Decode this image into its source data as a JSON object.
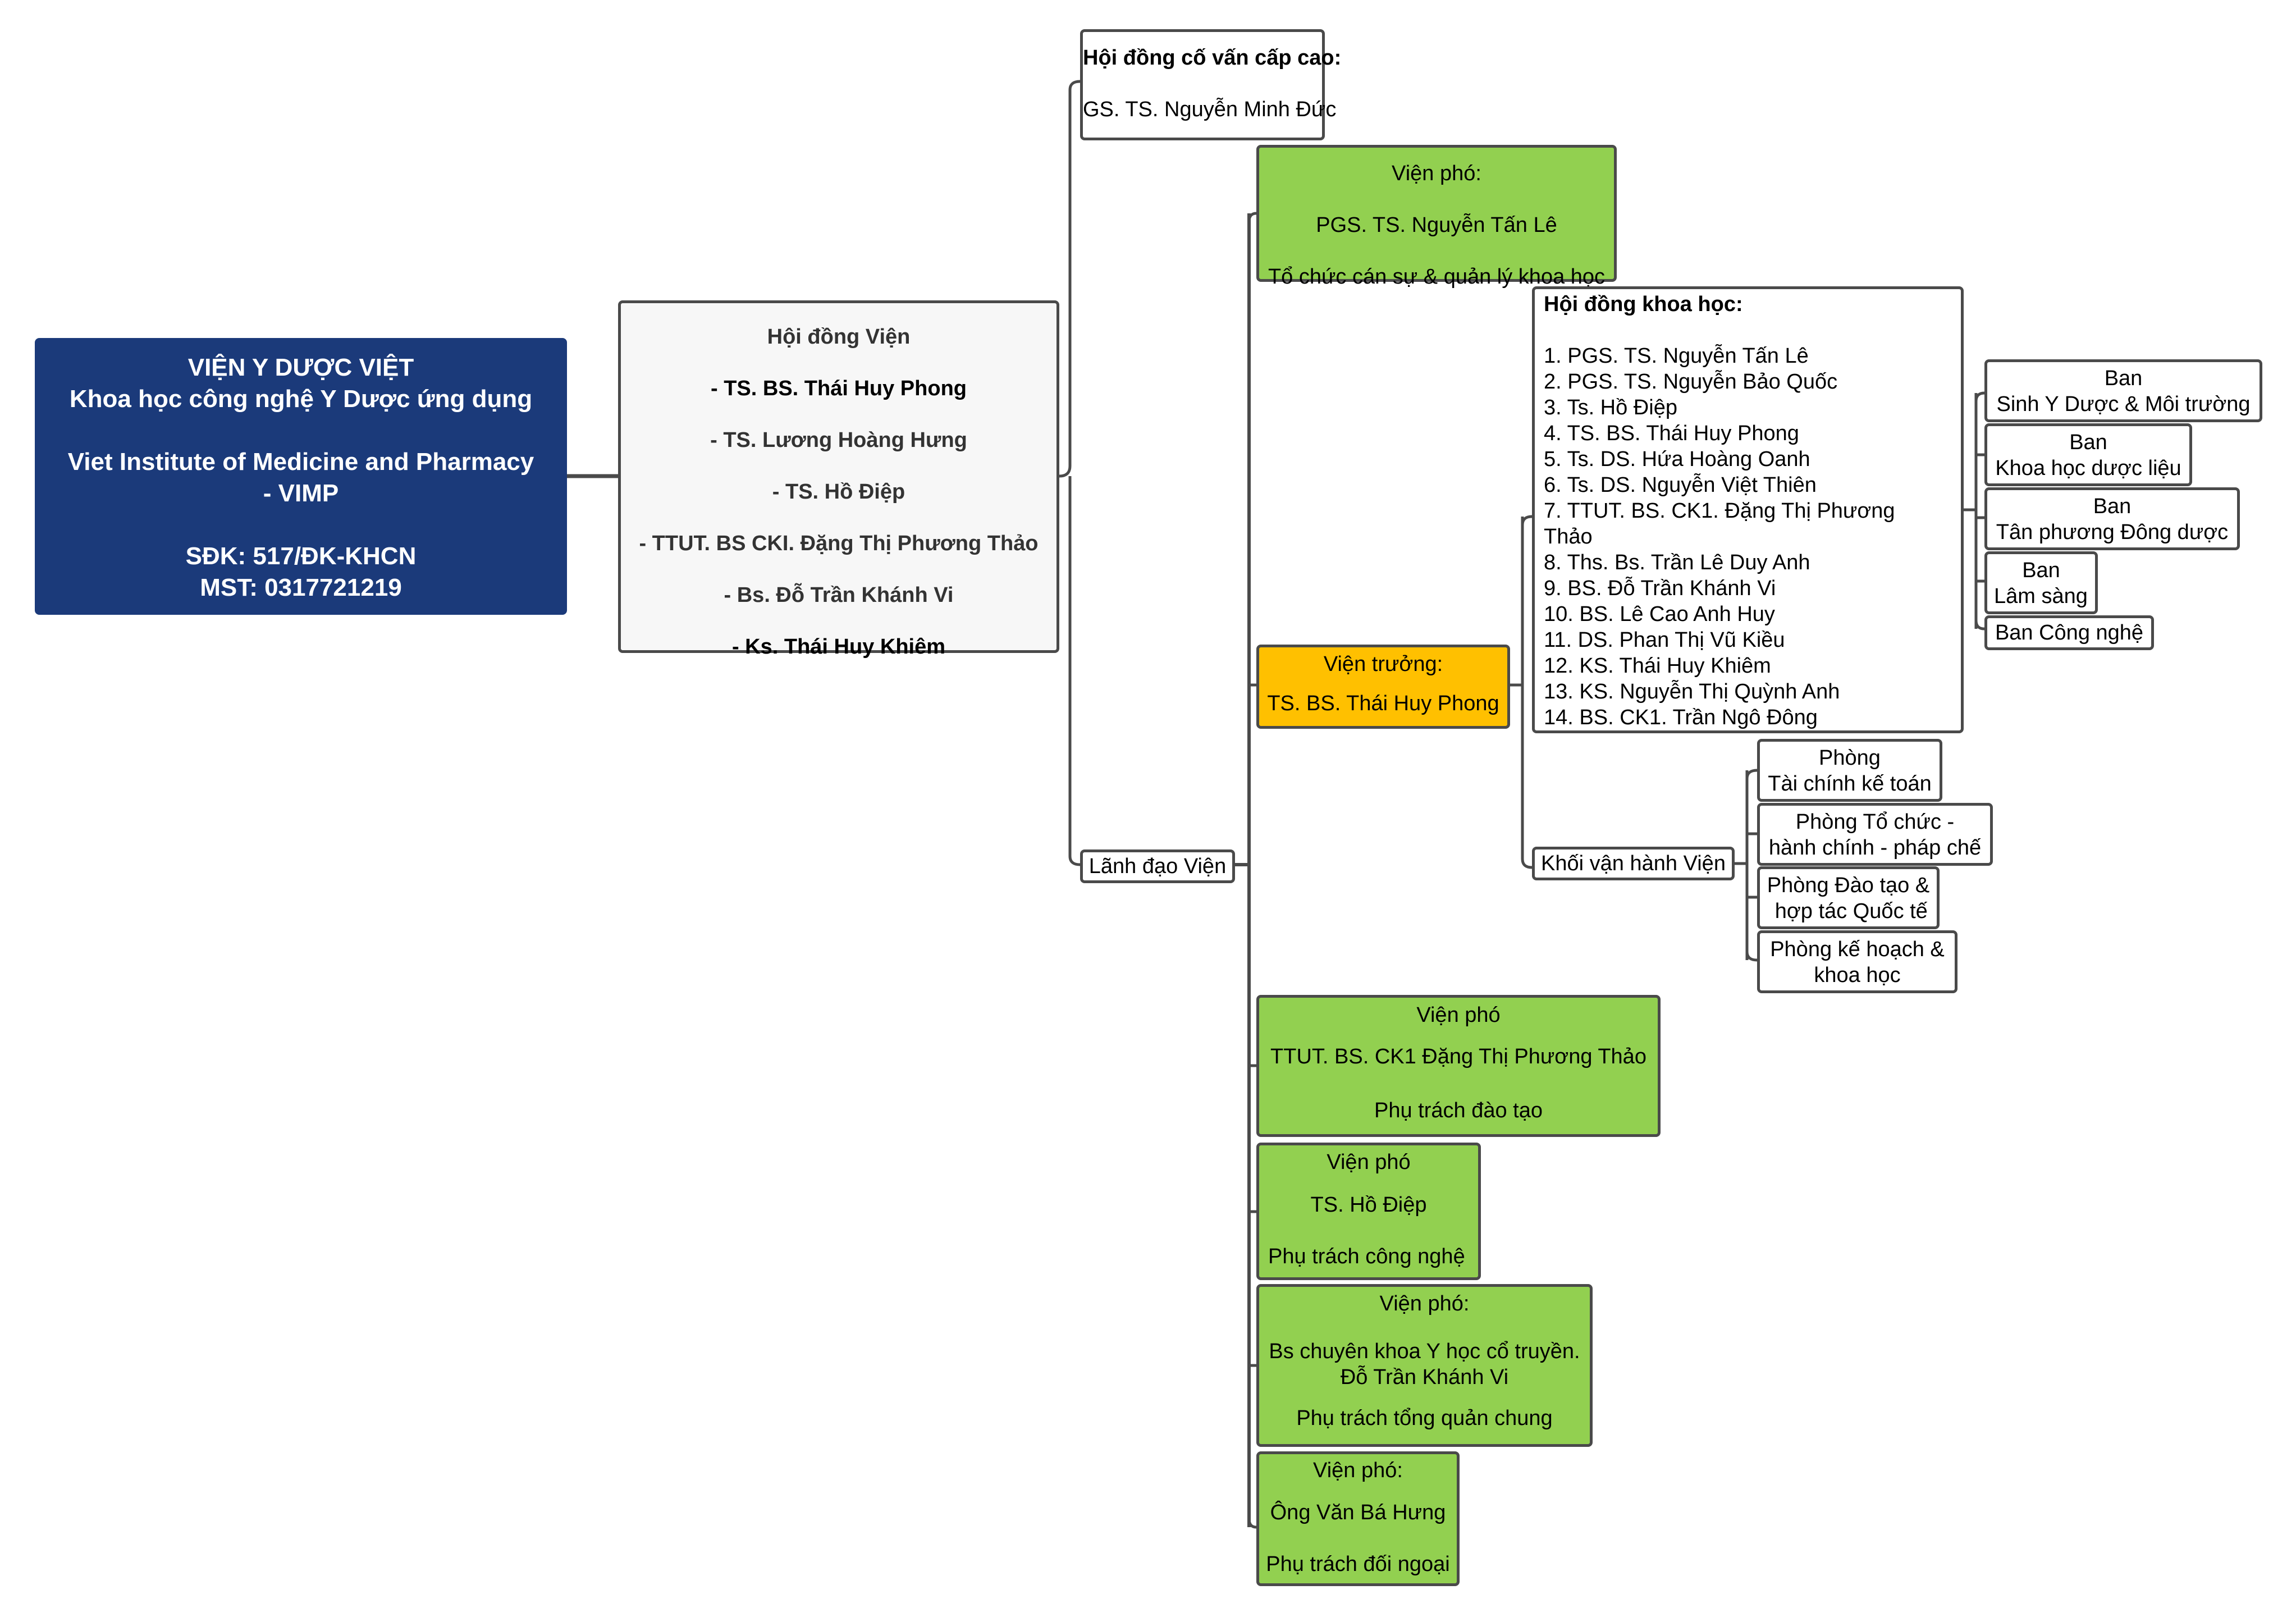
{
  "root": {
    "lines": [
      "VIỆN Y DƯỢC VIỆT",
      "Khoa học công nghệ Y Dược ứng dụng",
      "",
      "Viet Institute of Medicine and Pharmacy",
      "- VIMP",
      "",
      "SĐK: 517/ĐK-KHCN",
      "MST: 0317721219"
    ],
    "color": "#1b3a7a"
  },
  "institute_council": {
    "title": "Hội đồng Viện",
    "members": [
      "- TS. BS. Thái Huy Phong",
      "- TS. Lương Hoàng Hưng",
      "- TS. Hồ Điệp",
      "- TTUT. BS CKI. Đặng Thị Phương Thảo",
      "- Bs. Đỗ Trần Khánh Vi",
      "- Ks. Thái Huy Khiêm"
    ]
  },
  "advisory_council": {
    "title": "Hội đồng cố vấn cấp cao:",
    "member": "GS. TS. Nguyễn Minh Đức"
  },
  "leadership": {
    "label": "Lãnh đạo Viện",
    "director": {
      "title": "Viện trưởng:",
      "name": "TS. BS. Thái Huy Phong",
      "color": "#ffc000"
    },
    "deputies": [
      {
        "title": "Viện phó:",
        "name": "PGS. TS. Nguyễn Tấn Lê",
        "role": "Tổ chức cán sự & quản lý khoa học"
      },
      {
        "title": "Viện phó",
        "name": "TTUT. BS. CK1 Đặng Thị Phương Thảo",
        "role": "Phụ trách đào tạo"
      },
      {
        "title": "Viện phó",
        "name": "TS. Hồ Điệp",
        "role": "Phụ trách công nghệ"
      },
      {
        "title": "Viện phó:",
        "name_lines": [
          "Bs chuyên khoa Y học cổ truyền.",
          "Đỗ Trần Khánh Vi"
        ],
        "role": "Phụ trách tổng quản chung"
      },
      {
        "title": "Viện phó:",
        "name": "Ông Văn Bá Hưng",
        "role": "Phụ trách đối ngoại"
      }
    ],
    "deputy_color": "#92d050"
  },
  "science_council": {
    "title": "Hội đồng khoa học:",
    "members": [
      "1. PGS. TS. Nguyễn Tấn Lê",
      "2. PGS. TS. Nguyễn Bảo Quốc",
      "3. Ts. Hồ Điệp",
      "4. TS. BS. Thái Huy Phong",
      "5. Ts. DS. Hứa Hoàng Oanh",
      "6. Ts. DS. Nguyễn Việt Thiên",
      "7. TTUT. BS. CK1. Đặng Thị Phương",
      "Thảo",
      "8. Ths. Bs. Trần Lê Duy Anh",
      "9. BS. Đỗ Trần Khánh Vi",
      "10. BS. Lê Cao Anh Huy",
      "11. DS. Phan Thị Vũ Kiều",
      "12. KS. Thái Huy Khiêm",
      "13. KS. Nguyễn Thị Quỳnh Anh",
      "14. BS. CK1. Trần Ngô Đông"
    ],
    "boards": [
      [
        "Ban",
        "Sinh Y Dược & Môi trường"
      ],
      [
        "Ban",
        "Khoa học dược liệu"
      ],
      [
        "Ban",
        "Tân phương Đông dược"
      ],
      [
        "Ban",
        "Lâm sàng"
      ],
      [
        "Ban Công nghệ"
      ]
    ]
  },
  "operations": {
    "label": "Khối vận hành Viện",
    "departments": [
      [
        "Phòng",
        "Tài chính kế toán"
      ],
      [
        "Phòng Tổ chức -",
        "hành chính - pháp chế"
      ],
      [
        "Phòng Đào tạo &",
        " hợp tác Quốc tế"
      ],
      [
        "Phòng kế hoạch &",
        "khoa học"
      ]
    ]
  }
}
